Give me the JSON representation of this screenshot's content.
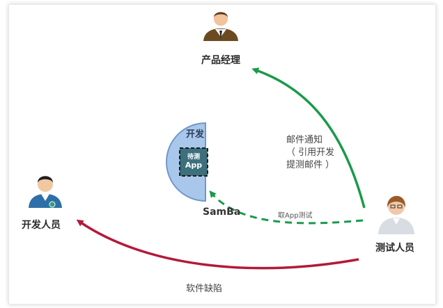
{
  "roles": {
    "product_manager": "产品经理",
    "developer": "开发人员",
    "tester": "测试人员"
  },
  "samba": {
    "server_label": "SamBa",
    "dev_label": "开发",
    "app_badge_line1": "待测",
    "app_badge_line2": "App"
  },
  "arrows": {
    "email_notice_lines": [
      "邮件通知",
      "（ 引用开发",
      "提测邮件 ）"
    ],
    "fetch_app": "取App测试",
    "defects": "软件缺陷"
  },
  "colors": {
    "green": "#1a9a4a",
    "red": "#b3193a",
    "samba_fill": "#a9c7ea",
    "samba_stroke": "#6f98cc",
    "badge_fill": "#3d6f7d"
  }
}
